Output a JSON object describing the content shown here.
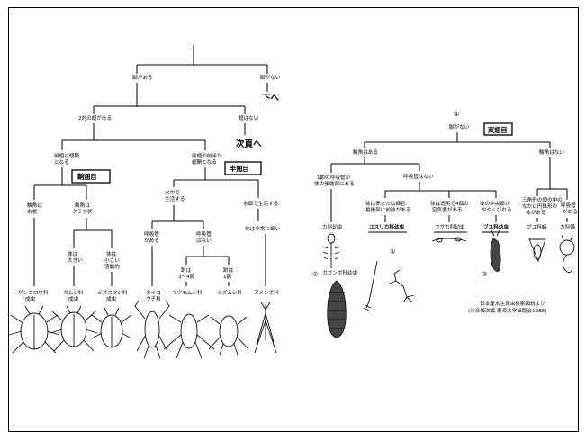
{
  "left_tree": {
    "n_legs_yes": "脚がある",
    "n_legs_no": "脚がない",
    "go_down": "下へ",
    "n_gill_2pairs": "2対の翅がある",
    "n_gill_none": "翅はない",
    "go_next_page": "次頁へ",
    "n_elytra": [
      "前翅は翅鞘",
      "となる"
    ],
    "n_half_elytra": [
      "前翅の前半が",
      "翅鞘となる"
    ],
    "order_beetle": "鞘翅目",
    "order_bug": "半翅目",
    "n_antenna_thread": [
      "触角は",
      "糸状"
    ],
    "n_antenna_club": [
      "触角は",
      "クラブ状"
    ],
    "n_underwater": [
      "水中で",
      "生活する"
    ],
    "n_surface": "水面で生活する",
    "n_body_large": [
      "体は",
      "大きい"
    ],
    "n_body_small": [
      "体は",
      "小さい",
      "活動的"
    ],
    "n_breathing_tube": [
      "呼吸管",
      "がある"
    ],
    "n_no_breathing_tube": [
      "呼吸管",
      "はない"
    ],
    "n_body_thin": "体は非常に細い",
    "n_legs_3_4": [
      "跗は",
      "3〜4節"
    ],
    "n_legs_1": [
      "跗は",
      "1節"
    ],
    "taxa": [
      {
        "name": [
          "ゲンゴロウ科",
          "成虫"
        ]
      },
      {
        "name": [
          "ガムシ科",
          "成虫"
        ]
      },
      {
        "name": [
          "ミズスマシ科",
          "成虫"
        ]
      },
      {
        "name": [
          "タイコ",
          "ウチ科"
        ]
      },
      {
        "name": [
          "マツモムシ科"
        ]
      },
      {
        "name": [
          "ミズムシ科"
        ]
      },
      {
        "name": [
          "アメンボ科"
        ]
      }
    ]
  },
  "right_tree": {
    "circled_one": "①",
    "n_legs_no": "脚がない",
    "order_diptera": "双翅目",
    "n_antenna_yes": "触角はある",
    "n_antenna_no": "触角はない",
    "n_tube_on_tip": [
      "1節の呼吸管が",
      "体の後端部にある"
    ],
    "n_no_tube": "呼吸管はない",
    "n_red_green": [
      "体は赤または緑色",
      "最後部に前肢がある"
    ],
    "n_transparent": [
      "体は透明で4個の",
      "空気嚢がある"
    ],
    "n_swollen_mid": [
      "体の中央部が",
      "ややくびれる"
    ],
    "n_triangle_head": [
      "三角形の頭の中の",
      "なかに円錐形の",
      "体がある"
    ],
    "n_tube_yes": [
      "呼吸管",
      "がある"
    ],
    "t_mosquito_larva": "カ科幼虫",
    "t_chironomid_larva": "ユスリカ科幼虫",
    "t_chaoborid_larva": "フサカ科幼虫",
    "t_blackfly_larva": "ブユ科幼虫",
    "t_blackfly_pupa": "ブユ科蛹",
    "t_mosquito_pupa": "カ科蛹",
    "circled_two": "②",
    "t_cranefly_larva": "ガガンボ科幼虫",
    "circled_one_b": "①",
    "circled_three": "③",
    "source_line1": "日本産水生昆虫検索図説より",
    "source_line2": "(川合禎次編 東海大学出版会1985)"
  }
}
